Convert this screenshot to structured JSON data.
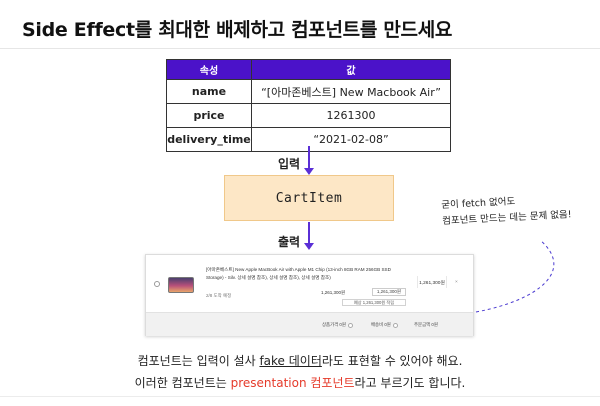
{
  "title": "Side Effect를 최대한 배제하고 컴포넌트를 만드세요",
  "props_table": {
    "headers": [
      "속성",
      "값"
    ],
    "rows": [
      {
        "key": "name",
        "value": "“[아마존베스트] New Macbook Air”"
      },
      {
        "key": "price",
        "value": "1261300"
      },
      {
        "key": "delivery_time",
        "value": "“2021-02-08”"
      }
    ]
  },
  "flow": {
    "input_label": "입력",
    "component_name": "CartItem",
    "output_label": "출력"
  },
  "note": {
    "line1": "굳이 fetch 없어도",
    "line2": "컴포넌트 만드는 데는 문제 없음!"
  },
  "cart_item": {
    "product_name": "[아마존베스트] New Apple MacBook Air with Apple M1 Chip (13-inch 8GB RAM 256GB SSD Storage) - Silv. 상세 설명 참조), 상세 설명 참조), 상세 설명 참조)",
    "delivery": "2/8 도착 예정",
    "quantity_text": "1,261,300원",
    "stepper": "1,261,300원",
    "badge": "예상 1,261,300원 적립",
    "price": "1,261,300원",
    "delete": "×",
    "footer": {
      "item1": "상품가격 0원",
      "item2": "배송비 0원",
      "item3": "주문금액 0원"
    }
  },
  "captions": {
    "line1_before": "컴포넌트는 입력이 설사 ",
    "line1_fake": "fake 데이터",
    "line1_after": "라도 표현할 수 있어야 해요.",
    "line2_before": "이러한 컴포넌트는 ",
    "line2_red1": "presentation 컴포넌트",
    "line2_after": "라고 부르기도 합니다."
  },
  "colors": {
    "table_header": "#4b12c9",
    "arrow": "#5a2fd6",
    "component_box": "#fde7c6",
    "highlight_red": "#e53a2a"
  }
}
